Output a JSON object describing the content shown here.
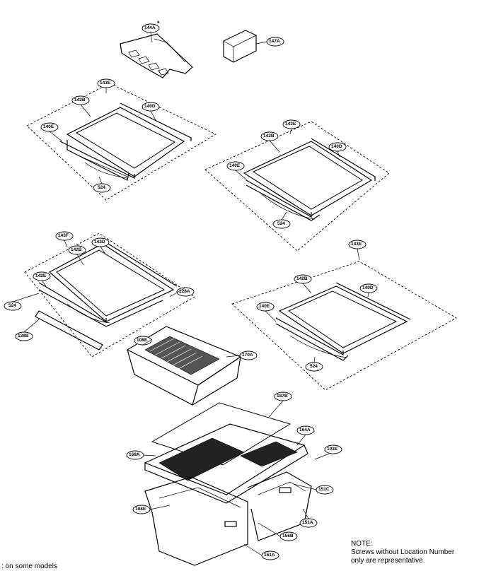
{
  "callouts": {
    "c144A": "144A",
    "c147A": "147A",
    "s1_143E": "143E",
    "s1_142B": "142B",
    "s1_140D": "140D",
    "s1_140E": "140E",
    "s1_524": "524",
    "s2_143E": "143E",
    "s2_142B": "142B",
    "s2_140D": "140D",
    "s2_140E": "140E",
    "s2_524": "524",
    "s3_143F": "143F",
    "s3_142D": "142D",
    "s3_142B": "142B",
    "s3_142E": "142E",
    "s3_128A": "128A",
    "s3_524": "524",
    "s3_128B": "128B",
    "s3_108E": "108E",
    "s3_170A": "170A",
    "s4_143E": "143E",
    "s4_142B": "142B",
    "s4_140D": "140D",
    "s4_140E": "140E",
    "s4_524": "524",
    "b_187B": "187B",
    "b_164A": "164A",
    "b_168A": "168A",
    "b_103E": "103E",
    "b_151C": "151C",
    "b_108E": "108E",
    "b_151A_r": "151A",
    "b_156B": "156B",
    "b_151A_b": "151A"
  },
  "note": {
    "heading": "NOTE:",
    "line1": "Screws without Location Number",
    "line2": "only are representative."
  },
  "footnote": ": on some models",
  "asterisk": "*"
}
